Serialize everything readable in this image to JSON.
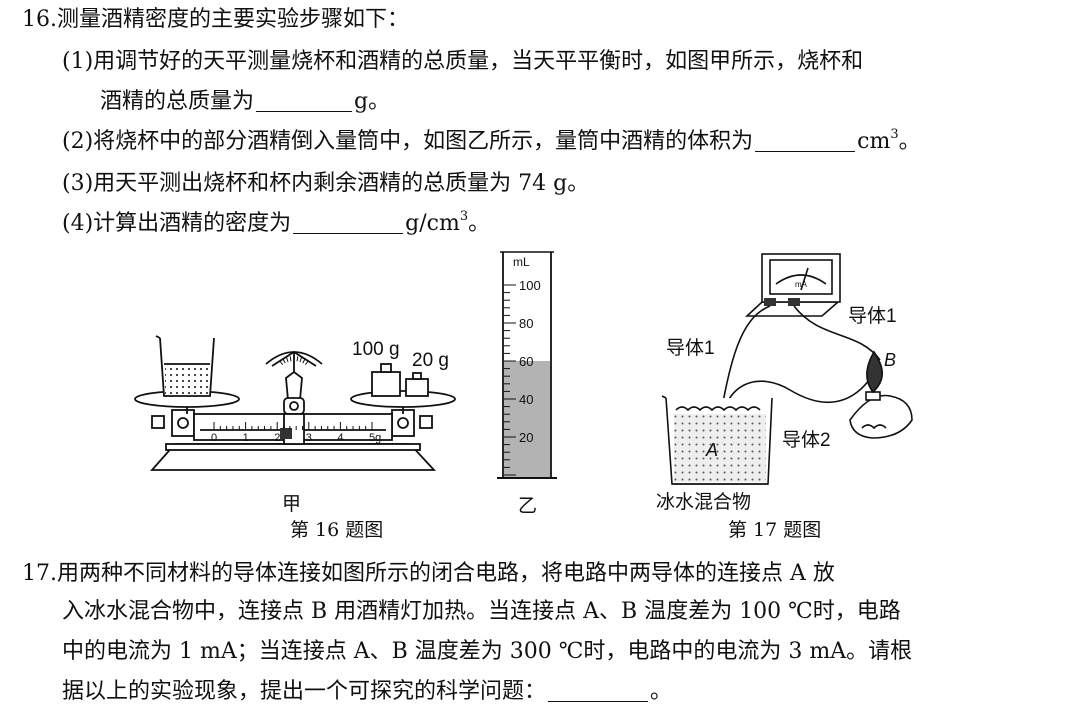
{
  "q16": {
    "title": "16.测量酒精密度的主要实验步骤如下：",
    "s1a": "(1)用调节好的天平测量烧杯和酒精的总质量，当天平平衡时，如图甲所示，烧杯和",
    "s1b_pre": "酒精的总质量为",
    "s1b_post": "g。",
    "s2_pre": "(2)将烧杯中的部分酒精倒入量筒中，如图乙所示，量筒中酒精的体积为",
    "s2_unit": "cm",
    "s2_exp": "3",
    "s2_post": "。",
    "s3": "(3)用天平测出烧杯和杯内剩余酒精的总质量为 74 g。",
    "s4_pre": "(4)计算出酒精的密度为",
    "s4_unit": "g/cm",
    "s4_exp": "3",
    "s4_post": "。"
  },
  "fig16": {
    "w100": "100 g",
    "w20": "20 g",
    "scale": [
      "0",
      "1",
      "2",
      "3",
      "4",
      "5g"
    ],
    "label_jia": "甲",
    "label_yi": "乙",
    "caption": "第 16 题图"
  },
  "cylinder": {
    "unit": "mL",
    "ticks": [
      "100",
      "80",
      "60",
      "40",
      "20"
    ],
    "liquid_level_ml": 60,
    "max_ml": 100
  },
  "fig17": {
    "conductor1_left": "导体1",
    "conductor1_right": "导体1",
    "conductor2": "导体2",
    "point_a": "A",
    "point_b": "B",
    "meter_unit": "mA",
    "mixture": "冰水混合物",
    "caption": "第 17 题图"
  },
  "q17": {
    "l1": "17.用两种不同材料的导体连接如图所示的闭合电路，将电路中两导体的连接点 A 放",
    "l2": "入冰水混合物中，连接点 B 用酒精灯加热。当连接点 A、B 温度差为 100 ℃时，电路",
    "l3": "中的电流为 1 mA；当连接点 A、B 温度差为 300 ℃时，电路中的电流为 3 mA。请根",
    "l4_pre": "据以上的实验现象，提出一个可探究的科学问题：",
    "l4_post": "。"
  }
}
